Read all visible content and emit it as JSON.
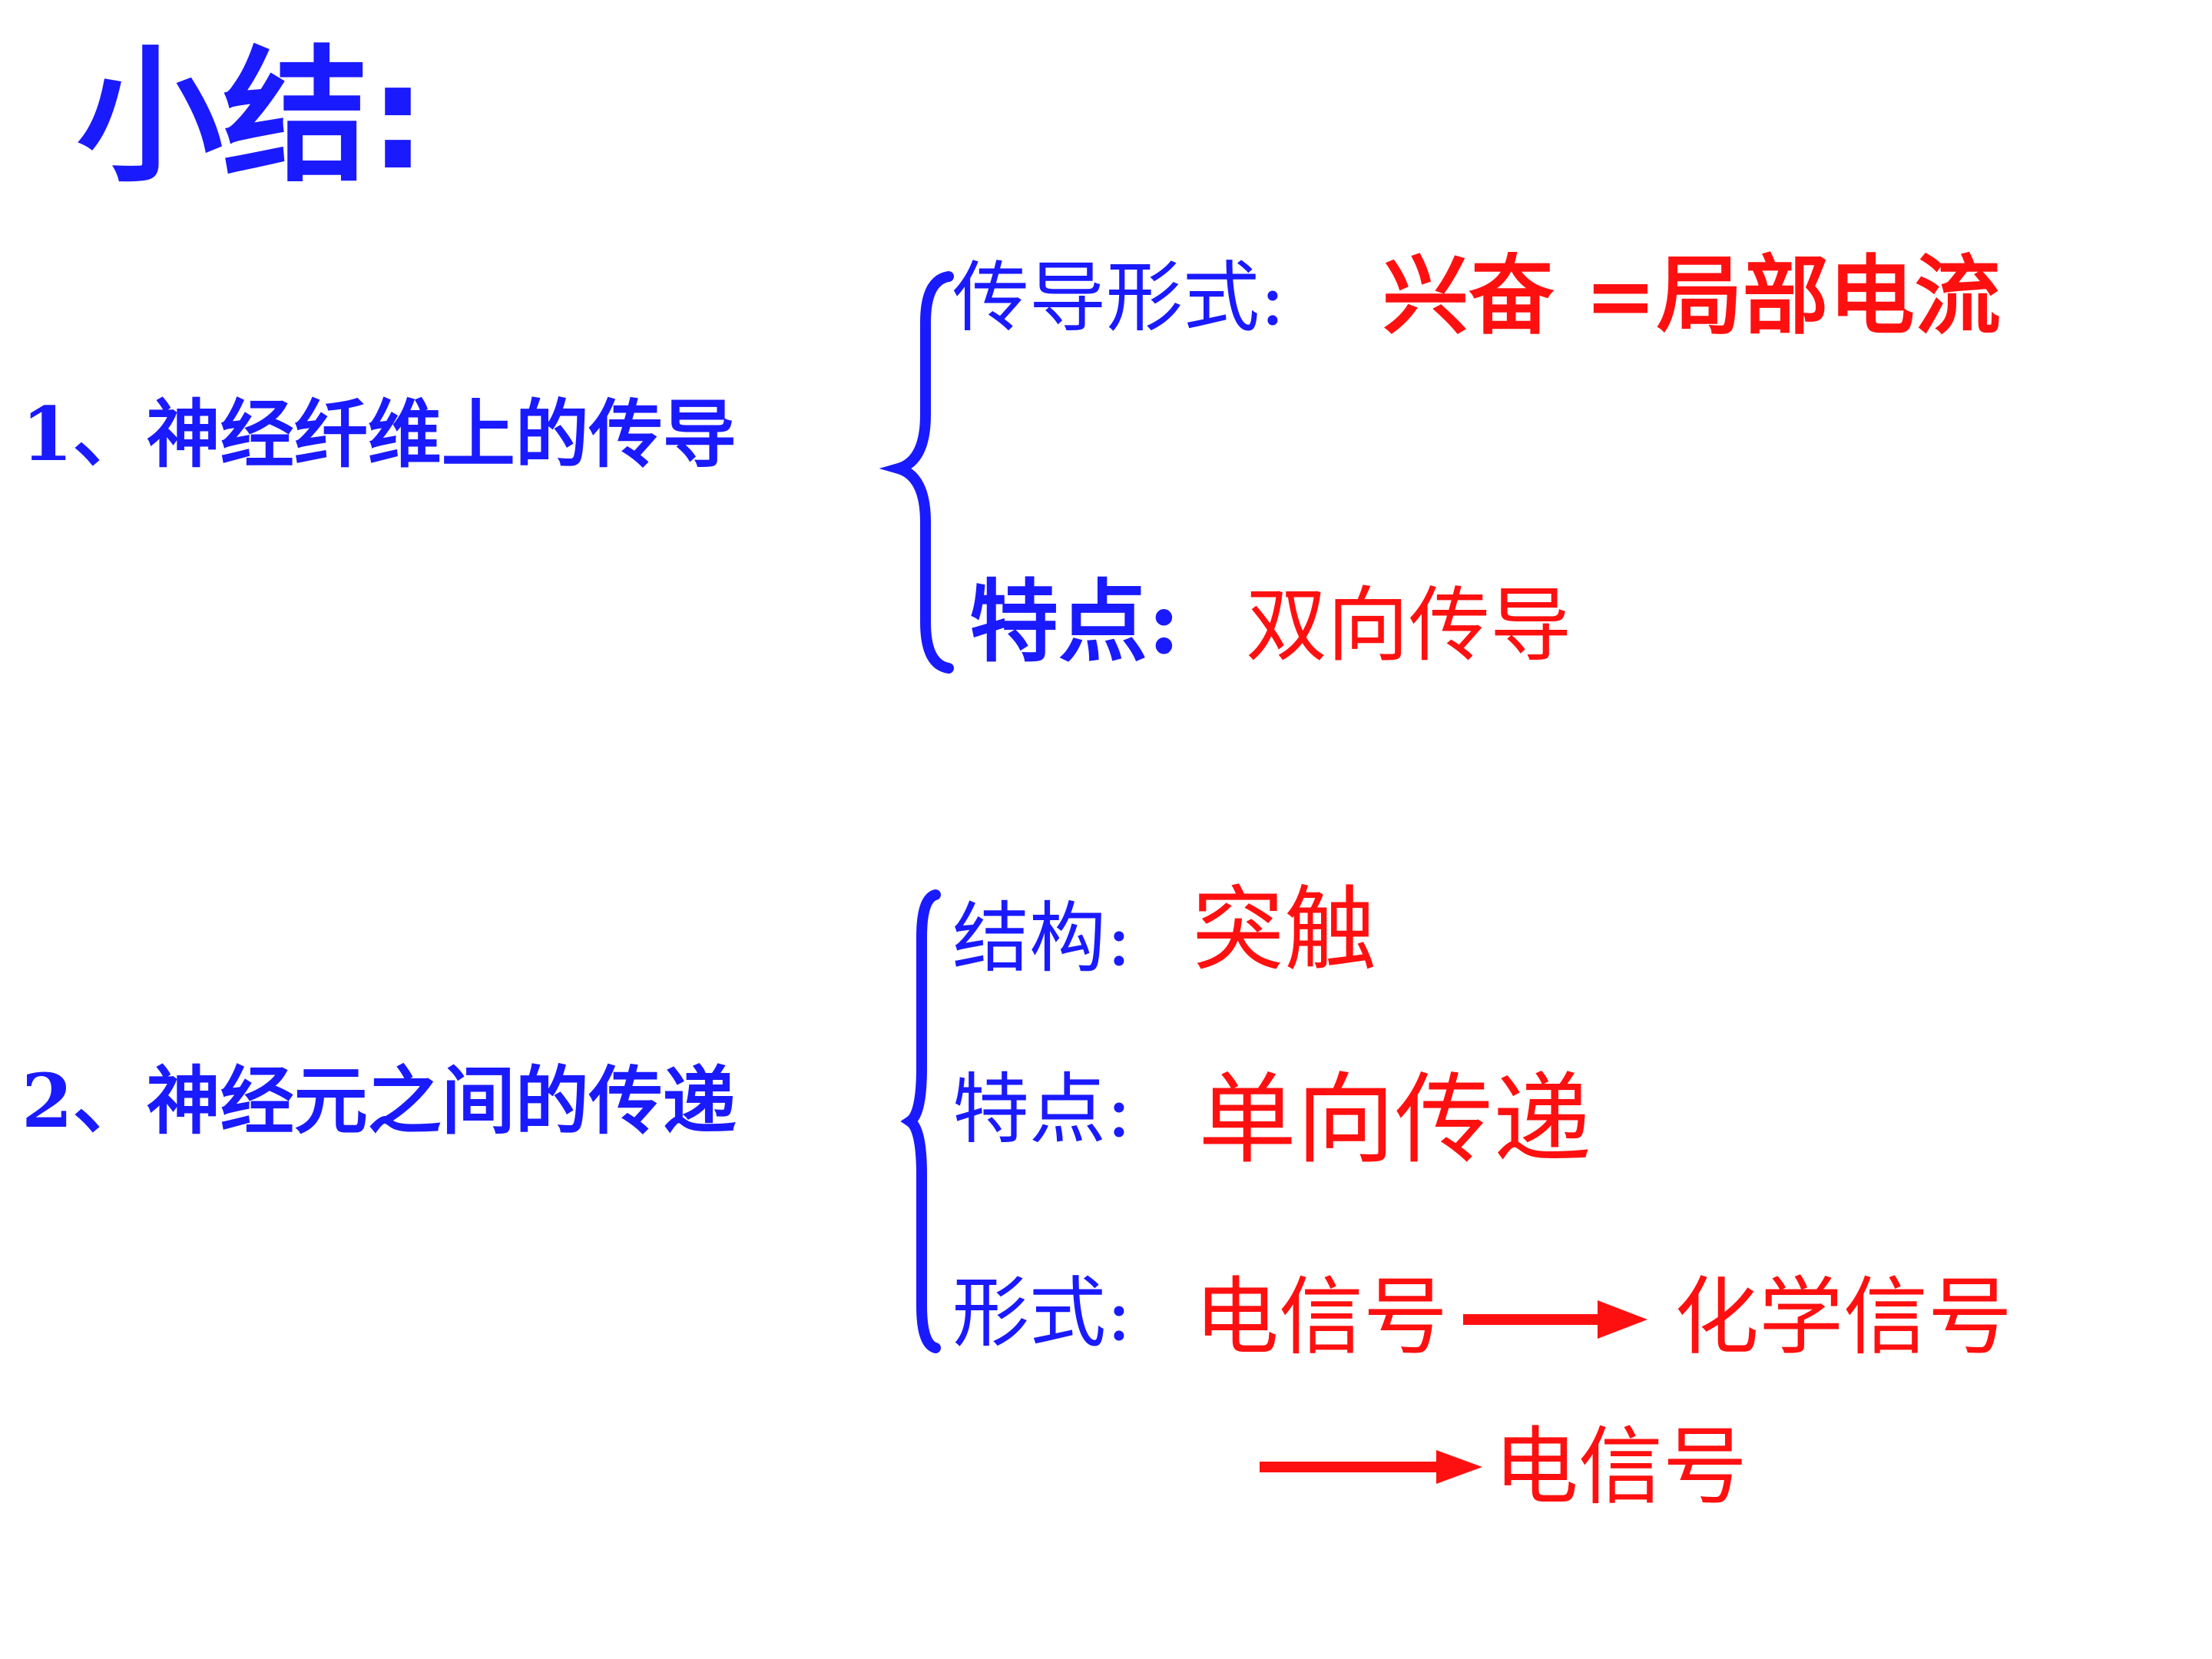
{
  "title": "小结:",
  "section1": {
    "topic": "1、神经纤维上的传导",
    "items": [
      {
        "label": "传导形式:",
        "value": "兴奋 =局部电流"
      },
      {
        "label": "特点:",
        "value": "双向传导"
      }
    ]
  },
  "section2": {
    "topic": "2、神经元之间的传递",
    "items": [
      {
        "label": "结构:",
        "value": "突触"
      },
      {
        "label": "特点:",
        "value": "单向传递"
      },
      {
        "label": "形式:",
        "value_parts": [
          "电信号",
          "化学信号",
          "电信号"
        ]
      }
    ]
  },
  "colors": {
    "label": "#1a1aff",
    "value": "#ff1010"
  }
}
